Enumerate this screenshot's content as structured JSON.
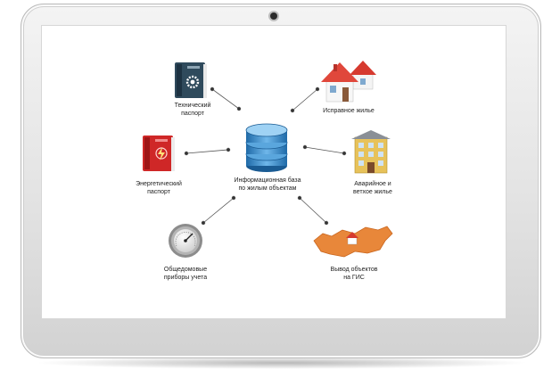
{
  "center": {
    "label": "Информационная база\nпо жилым объектам"
  },
  "nodes": [
    {
      "id": "tech-passport",
      "label": "Технический\nпаспорт",
      "icon": "gear-book-icon",
      "color": "#3d5a6c"
    },
    {
      "id": "good-housing",
      "label": "Исправное жилье",
      "icon": "houses-icon",
      "color": "#d63a2f"
    },
    {
      "id": "energy-passport",
      "label": "Энергетический\nпаспорт",
      "icon": "energy-book-icon",
      "color": "#d42a2a"
    },
    {
      "id": "emergency-housing",
      "label": "Аварийное и\nветхое жилье",
      "icon": "building-icon",
      "color": "#e0b341"
    },
    {
      "id": "meters",
      "label": "Общедомовые\nприборы учета",
      "icon": "gauge-icon",
      "color": "#9a9a9a"
    },
    {
      "id": "gis",
      "label": "Вывод объектов\nна ГИС",
      "icon": "map-icon",
      "color": "#e0843a"
    }
  ]
}
